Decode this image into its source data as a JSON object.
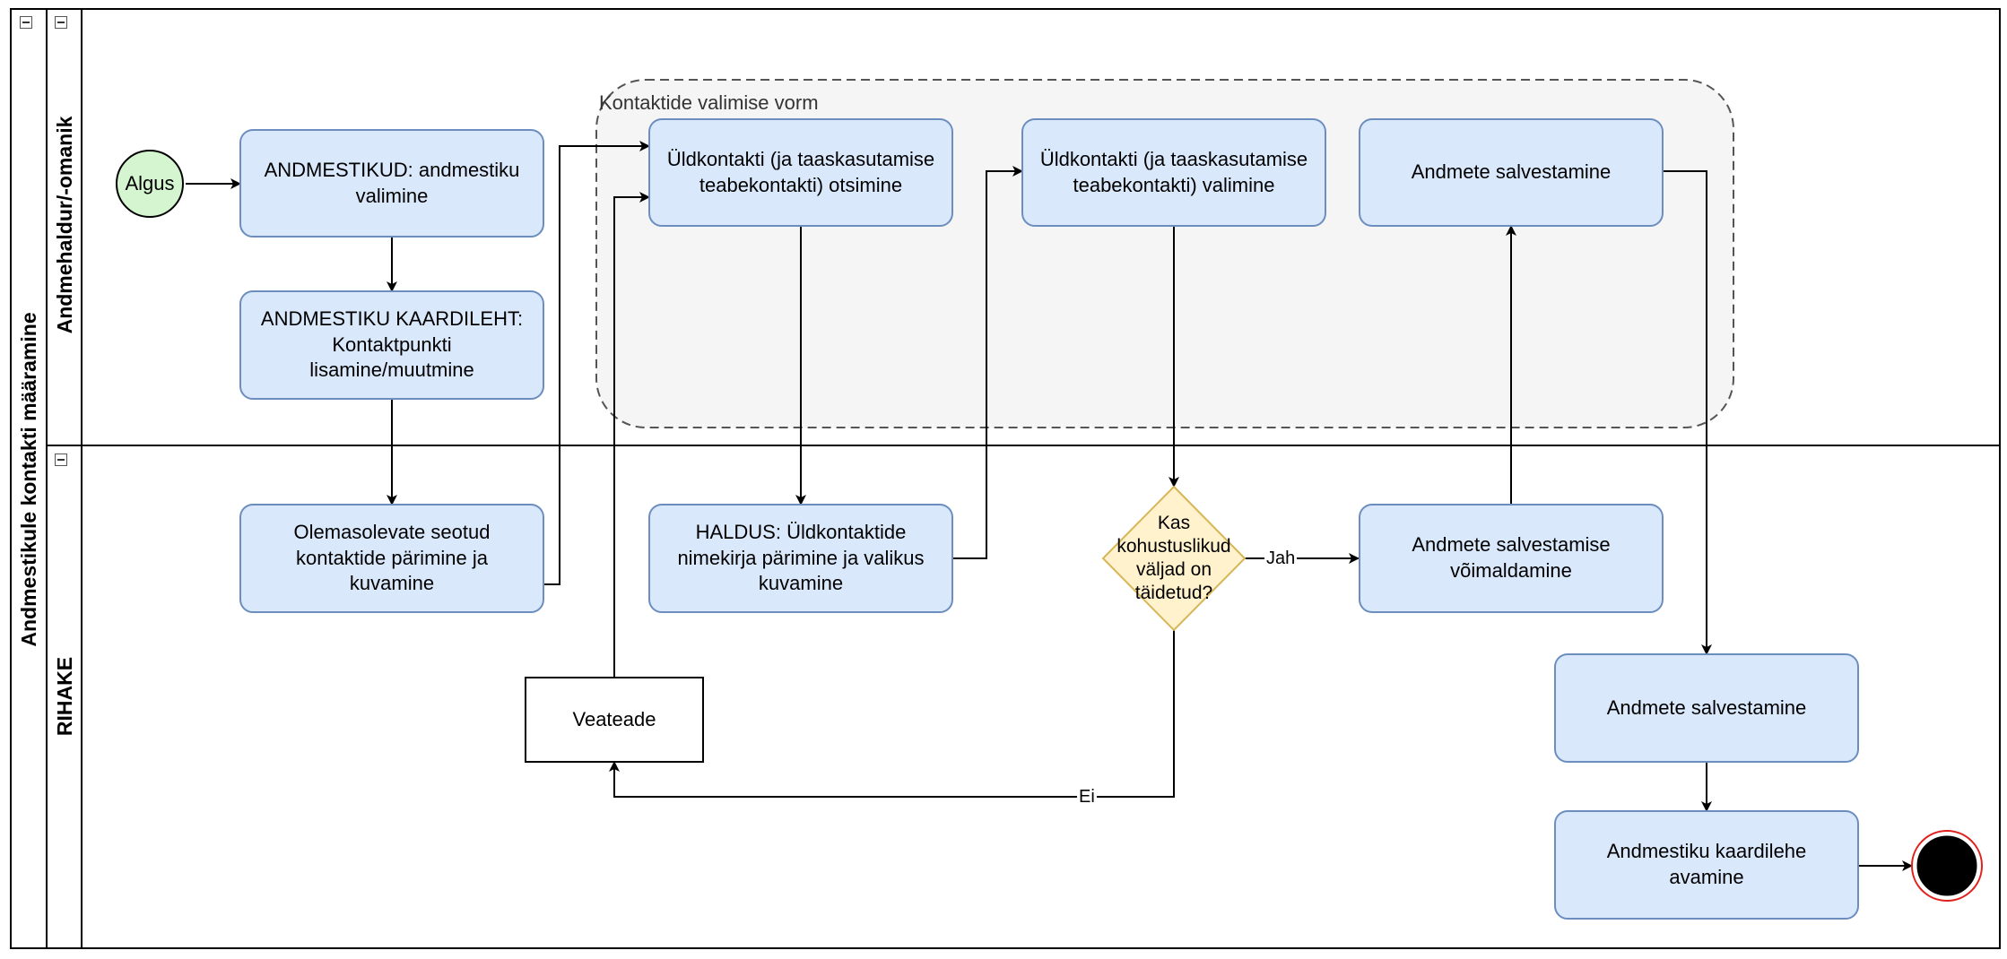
{
  "pool": {
    "label": "Andmestikule kontakti määramine"
  },
  "lanes": [
    {
      "label": "Andmehaldur/-omanik"
    },
    {
      "label": "RIHAKE"
    }
  ],
  "group": {
    "label": "Kontaktide valimise vorm"
  },
  "nodes": {
    "start": "Algus",
    "select_dataset": "ANDMESTIKUD: andmestiku valimine",
    "card_contact": "ANDMESTIKU KAARDILEHT: Kontaktpunkti lisamine/muutmine",
    "query_existing": "Olemasolevate seotud kontaktide pärimine ja kuvamine",
    "search_general": "Üldkontakti (ja taaskasutamise teabekontakti) otsimine",
    "haldus_query": "HALDUS: Üldkontaktide nimekirja pärimine ja valikus kuvamine",
    "select_general": "Üldkontakti (ja taaskasutamise teabekontakti) valimine",
    "decision": "Kas kohustuslikud väljad on täidetud?",
    "enable_save": "Andmete salvestamise võimaldamine",
    "save_user": "Andmete salvestamine",
    "error": "Veateade",
    "save_system": "Andmete salvestamine",
    "open_card": "Andmestiku kaardilehe avamine"
  },
  "edge_labels": {
    "yes": "Jah",
    "no": "Ei"
  },
  "colors": {
    "task_fill": "#dae8fc",
    "task_stroke": "#6c8ebf",
    "start_fill": "#d5f5d0",
    "decision_fill": "#fff2cc",
    "decision_stroke": "#d6b656",
    "group_fill": "#f5f5f5",
    "end_stroke": "#e0201b"
  }
}
